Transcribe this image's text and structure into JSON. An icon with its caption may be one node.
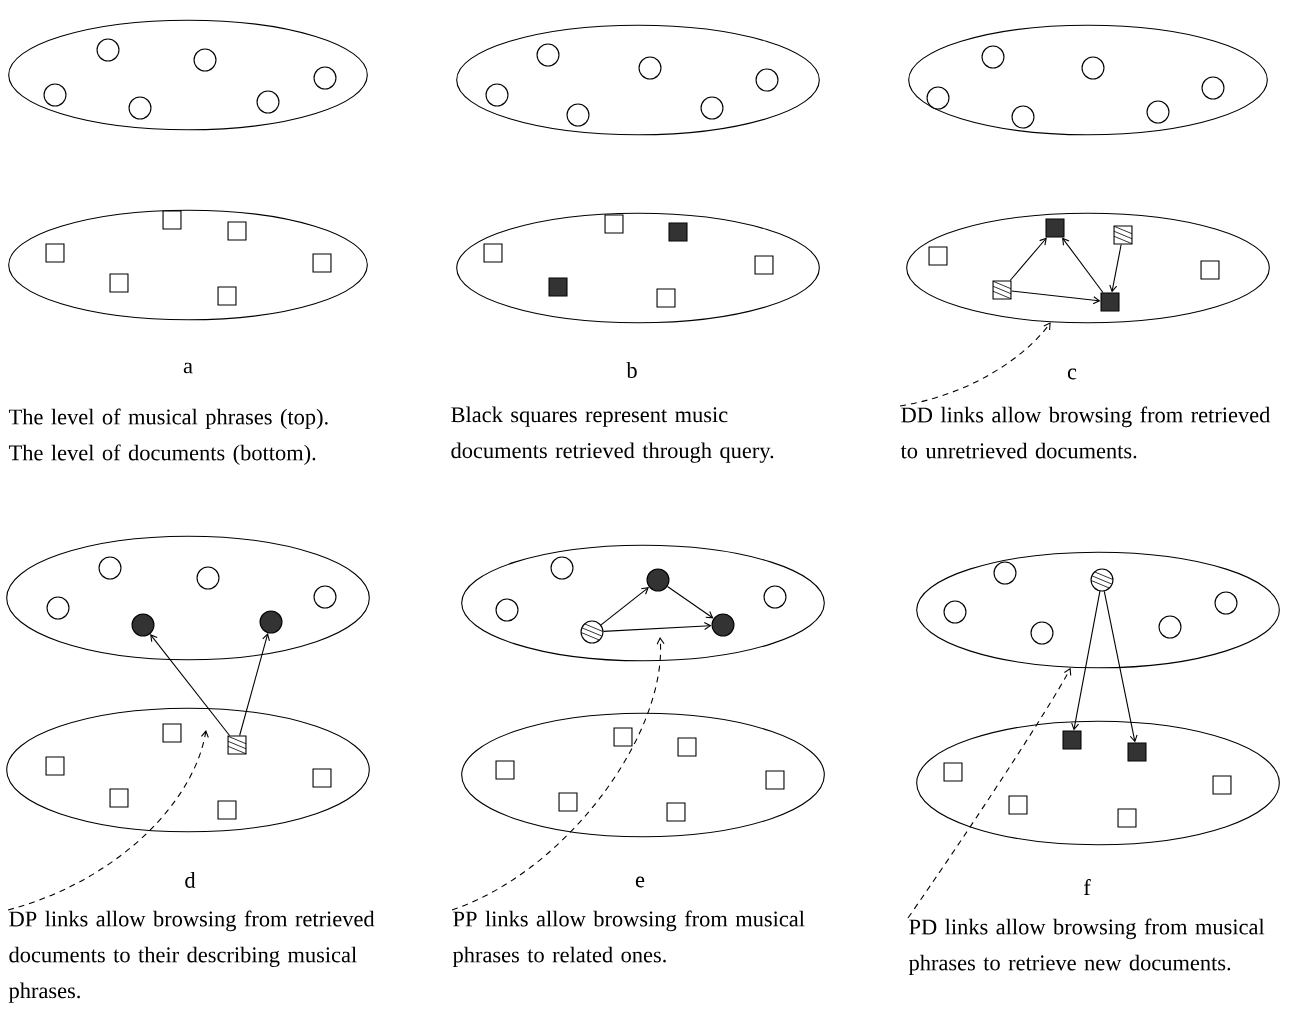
{
  "diagram": {
    "nodes": [
      {
        "text": [],
        "shape": "ellipse"
      },
      {
        "text": [],
        "shape": "circle",
        "in": 0
      },
      {
        "text": [],
        "shape": "circle",
        "in": 0
      },
      {
        "text": [],
        "shape": "circle",
        "in": 0
      },
      {
        "text": [],
        "shape": "circle",
        "in": 0
      },
      {
        "text": [],
        "shape": "circle",
        "in": 0
      },
      {
        "text": [],
        "shape": "circle",
        "in": 0
      },
      {
        "text": [],
        "shape": "ellipse"
      },
      {
        "text": [],
        "shape": "box",
        "in": 7
      },
      {
        "text": [],
        "shape": "box",
        "in": 7
      },
      {
        "text": [],
        "shape": "box",
        "in": 7
      },
      {
        "text": [],
        "shape": "box",
        "in": 7
      },
      {
        "text": [],
        "shape": "box",
        "in": 7
      },
      {
        "text": [],
        "shape": "box",
        "in": 7
      },
      {
        "text": [],
        "shape": "ellipse"
      },
      {
        "text": [],
        "shape": "circle",
        "in": 14
      },
      {
        "text": [],
        "shape": "circle",
        "in": 14
      },
      {
        "text": [],
        "shape": "circle",
        "in": 14
      },
      {
        "text": [],
        "shape": "circle",
        "in": 14
      },
      {
        "text": [],
        "shape": "circle",
        "in": 14
      },
      {
        "text": [],
        "shape": "circle",
        "in": 14
      },
      {
        "text": [],
        "shape": "ellipse"
      },
      {
        "text": [],
        "shape": "box",
        "in": 21
      },
      {
        "text": [],
        "shape": "box",
        "in": 21
      },
      {
        "text": [],
        "shape": "box",
        "in": 21
      },
      {
        "text": [],
        "shape": "box",
        "in": 21
      },
      {
        "text": [],
        "shape": "box",
        "in": 21
      },
      {
        "text": [],
        "shape": "box",
        "in": 21
      },
      {
        "text": [],
        "shape": "ellipse"
      },
      {
        "text": [],
        "shape": "circle",
        "in": 28
      },
      {
        "text": [],
        "shape": "circle",
        "in": 28
      },
      {
        "text": [],
        "shape": "circle",
        "in": 28
      },
      {
        "text": [],
        "shape": "circle",
        "in": 28
      },
      {
        "text": [],
        "shape": "circle",
        "in": 28
      },
      {
        "text": [],
        "shape": "circle",
        "in": 28
      },
      {
        "text": [],
        "shape": "ellipse"
      },
      {
        "text": [],
        "shape": "box",
        "in": 35
      },
      {
        "text": [],
        "shape": "box",
        "in": 35
      },
      {
        "text": [],
        "shape": "box",
        "in": 35
      },
      {
        "text": [],
        "shape": "box",
        "in": 35
      },
      {
        "text": [],
        "shape": "box",
        "in": 35
      },
      {
        "text": [],
        "shape": "box",
        "in": 35
      },
      {
        "text": [
          "DD links allow browsing from retrieved to unretrieved documents."
        ]
      },
      {
        "text": [],
        "shape": "ellipse"
      },
      {
        "text": [],
        "shape": "circle",
        "in": 43
      },
      {
        "text": [],
        "shape": "circle",
        "in": 43
      },
      {
        "text": [],
        "shape": "circle",
        "in": 43
      },
      {
        "text": [],
        "shape": "circle",
        "in": 43
      },
      {
        "text": [],
        "shape": "circle",
        "in": 43
      },
      {
        "text": [],
        "shape": "circle",
        "in": 43
      },
      {
        "text": [],
        "shape": "ellipse"
      },
      {
        "text": [],
        "shape": "box",
        "in": 50
      },
      {
        "text": [],
        "shape": "box",
        "in": 50
      },
      {
        "text": [],
        "shape": "box",
        "in": 50
      },
      {
        "text": [],
        "shape": "box",
        "in": 50
      },
      {
        "text": [],
        "shape": "box",
        "in": 50
      },
      {
        "text": [],
        "shape": "box",
        "in": 50
      },
      {
        "text": [
          "DP links allow browsing from retrieved documents to their describing musical phrases."
        ]
      },
      {
        "text": [],
        "shape": "ellipse"
      },
      {
        "text": [],
        "shape": "circle",
        "in": 58
      },
      {
        "text": [],
        "shape": "circle",
        "in": 58
      },
      {
        "text": [],
        "shape": "circle",
        "in": 58
      },
      {
        "text": [],
        "shape": "circle",
        "in": 58
      },
      {
        "text": [],
        "shape": "circle",
        "in": 58
      },
      {
        "text": [],
        "shape": "circle",
        "in": 58
      },
      {
        "text": [],
        "shape": "ellipse"
      },
      {
        "text": [],
        "shape": "box",
        "in": 65
      },
      {
        "text": [],
        "shape": "box",
        "in": 65
      },
      {
        "text": [],
        "shape": "box",
        "in": 65
      },
      {
        "text": [],
        "shape": "box",
        "in": 65
      },
      {
        "text": [],
        "shape": "box",
        "in": 65
      },
      {
        "text": [],
        "shape": "box",
        "in": 65
      },
      {
        "text": [
          "PP links allow browsing from musical phrases to related ones."
        ]
      },
      {
        "text": [],
        "shape": "ellipse"
      },
      {
        "text": [],
        "shape": "circle",
        "in": 73
      },
      {
        "text": [],
        "shape": "circle",
        "in": 73
      },
      {
        "text": [],
        "shape": "circle",
        "in": 73
      },
      {
        "text": [],
        "shape": "circle",
        "in": 73
      },
      {
        "text": [],
        "shape": "circle",
        "in": 73
      },
      {
        "text": [],
        "shape": "circle",
        "in": 73
      },
      {
        "text": [],
        "shape": "ellipse"
      },
      {
        "text": [],
        "shape": "box",
        "in": 80
      },
      {
        "text": [],
        "shape": "box",
        "in": 80
      },
      {
        "text": [],
        "shape": "box",
        "in": 80
      },
      {
        "text": [],
        "shape": "box",
        "in": 80
      },
      {
        "text": [],
        "shape": "box",
        "in": 80
      },
      {
        "text": [],
        "shape": "box",
        "in": 80
      },
      {
        "text": [
          "PD links allow browsing from musical phrases to retrieve new documents."
        ]
      }
    ],
    "edges": [
      {
        "from": 37,
        "to": 38,
        "arrow": "to"
      },
      {
        "from": 37,
        "to": 39,
        "arrow": "to"
      },
      {
        "from": 39,
        "to": 38,
        "arrow": "to"
      },
      {
        "from": 40,
        "to": 39,
        "arrow": "to"
      },
      {
        "from": 42,
        "to": 35,
        "arrow": "to",
        "style": "dashed"
      },
      {
        "from": 55,
        "to": 46,
        "arrow": "to"
      },
      {
        "from": 55,
        "to": 48,
        "arrow": "to"
      },
      {
        "from": 57,
        "to": null,
        "arrow": "to",
        "style": "dashed"
      },
      {
        "from": 61,
        "to": 62,
        "arrow": "to"
      },
      {
        "from": 62,
        "to": 63,
        "arrow": "to"
      },
      {
        "from": 61,
        "to": 63,
        "arrow": "to"
      },
      {
        "from": 72,
        "to": null,
        "arrow": "to",
        "style": "dashed"
      },
      {
        "from": 77,
        "to": 83,
        "arrow": "to"
      },
      {
        "from": 77,
        "to": 85,
        "arrow": "to"
      },
      {
        "from": 87,
        "to": 73,
        "arrow": "to",
        "style": "dashed"
      }
    ],
    "labels": [
      "a",
      "The level of musical phrases (top). The level of documents (bottom).",
      "b",
      "Black squares represent music documents retrieved through query.",
      "c",
      "d",
      "e",
      "f"
    ]
  }
}
